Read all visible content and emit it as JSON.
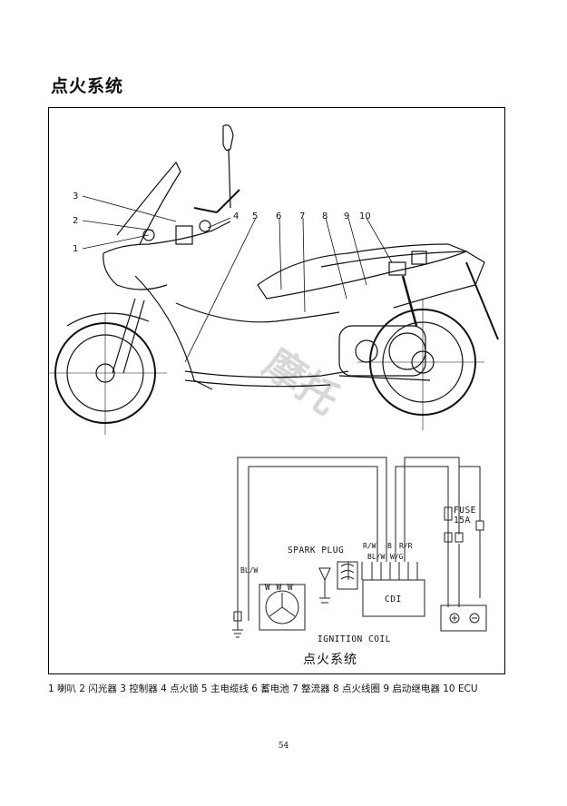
{
  "page": {
    "title": "点火系统",
    "page_number": "54",
    "legend": "1 喇叭  2 闪光器  3 控制器  4 点火锁  5 主电缆线  6 蓄电池   7 整流器  8 点火线圈  9 启动继电器   10 ECU"
  },
  "figure": {
    "callouts": [
      "3",
      "2",
      "1",
      "4",
      "5",
      "6",
      "7",
      "8",
      "9",
      "10"
    ],
    "watermark": "摩托"
  },
  "schematic": {
    "caption": "点火系统",
    "spark_plug": "SPARK PLUG",
    "ignition_coil": "IGNITION COIL",
    "cdi": "CDI",
    "fuse_line1": "FUSE",
    "fuse_line2": "15A",
    "magneto_label": "W W W",
    "wires": {
      "bl_w_left": "BL/W",
      "r_w": "R/W",
      "b": "B",
      "r_r": "R/R",
      "bl_w_mid": "BL/W",
      "w_g": "W/G"
    }
  }
}
